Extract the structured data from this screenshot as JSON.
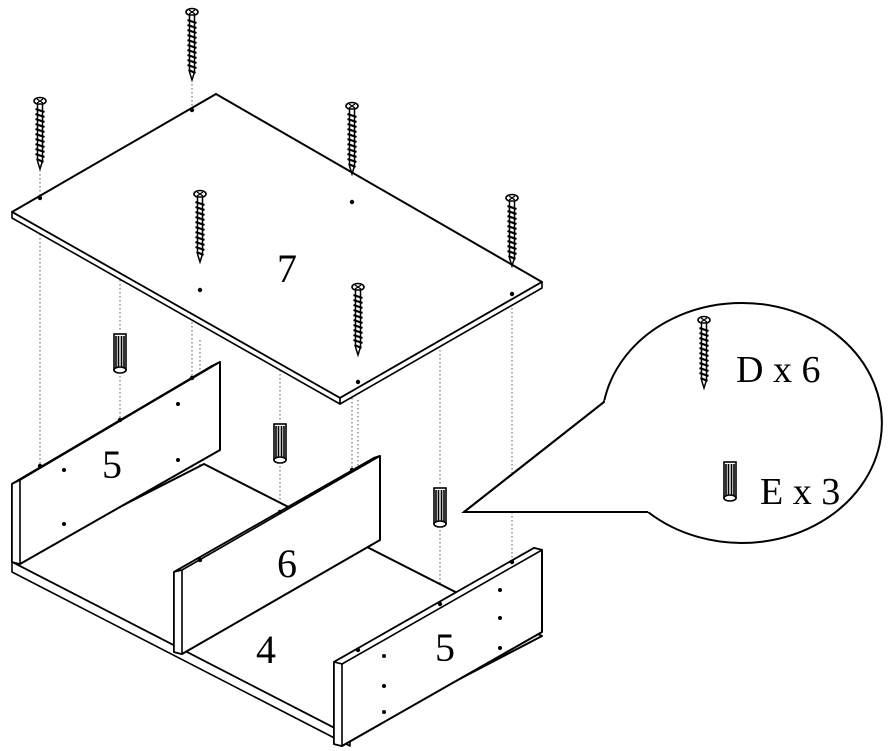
{
  "parts": {
    "top_panel": "7",
    "divider": "6",
    "bottom_panel": "4",
    "left_side": "5",
    "right_side": "5"
  },
  "legend": {
    "screw_label": "D x 6",
    "dowel_label": "E x 3"
  },
  "icons": {
    "screw": "wood-screw-icon",
    "dowel": "wooden-dowel-icon"
  }
}
